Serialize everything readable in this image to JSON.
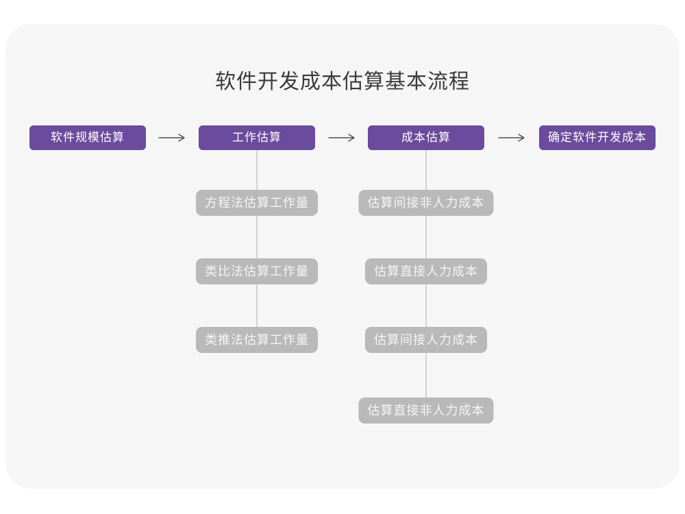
{
  "title": "软件开发成本估算基本流程",
  "flow": {
    "main_steps": [
      {
        "label": "软件规模估算"
      },
      {
        "label": "工作估算"
      },
      {
        "label": "成本估算"
      },
      {
        "label": "确定软件开发成本"
      }
    ],
    "work_estimation_substeps": [
      {
        "label": "方程法估算工作量"
      },
      {
        "label": "类比法估算工作量"
      },
      {
        "label": "类推法估算工作量"
      }
    ],
    "cost_estimation_substeps": [
      {
        "label": "估算间接非人力成本"
      },
      {
        "label": "估算直接人力成本"
      },
      {
        "label": "估算间接人力成本"
      },
      {
        "label": "估算直接非人力成本"
      }
    ]
  },
  "colors": {
    "accent_purple": "#6A4B9D",
    "substep_gray": "#B9B9B9",
    "card_background": "#F6F6F6",
    "page_background": "#FFFFFF",
    "arrow_stroke": "#4F4F4F",
    "connector_line": "#D2D2D2",
    "title_text": "#3B3B3B",
    "step_text": "#FFFFFF",
    "substep_text": "#F5F5F5"
  }
}
